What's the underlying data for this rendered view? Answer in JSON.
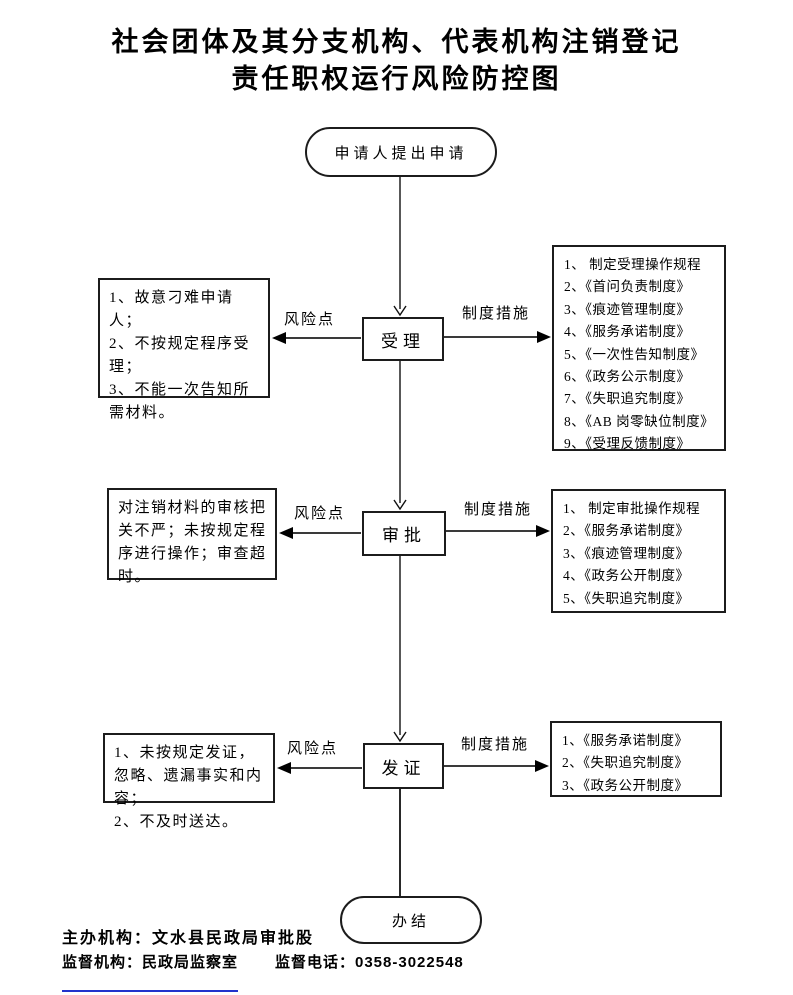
{
  "title": {
    "line1": "社会团体及其分支机构、代表机构注销登记",
    "line2": "责任职权运行风险防控图"
  },
  "flow": {
    "start_label": "申请人提出申请",
    "end_label": "办结",
    "stages": [
      {
        "name": "受理",
        "risk_label": "风险点",
        "measure_label": "制度措施",
        "risks": [
          "1、故意刁难申请人；",
          "2、不按规定程序受理；",
          "3、不能一次告知所需材料。"
        ],
        "measures": [
          "1、 制定受理操作规程",
          "2、《首问负责制度》",
          "3、《痕迹管理制度》",
          "4、《服务承诺制度》",
          "5、《一次性告知制度》",
          "6、《政务公示制度》",
          "7、《失职追究制度》",
          "8、《AB 岗零缺位制度》",
          "9、《受理反馈制度》"
        ]
      },
      {
        "name": "审批",
        "risk_label": "风险点",
        "measure_label": "制度措施",
        "risks": [
          "对注销材料的审核把关不严；未按规定程序进行操作；审查超时。"
        ],
        "measures": [
          "1、 制定审批操作规程",
          "2、《服务承诺制度》",
          "3、《痕迹管理制度》",
          "4、《政务公开制度》",
          "5、《失职追究制度》"
        ]
      },
      {
        "name": "发证",
        "risk_label": "风险点",
        "measure_label": "制度措施",
        "risks": [
          "1、未按规定发证，忽略、遗漏事实和内容；",
          "2、不及时送达。"
        ],
        "measures": [
          "1、《服务承诺制度》",
          "2、《失职追究制度》",
          "3、《政务公开制度》"
        ]
      }
    ]
  },
  "footer": {
    "host_org": "主办机构：文水县民政局审批股",
    "supervisor_org": "监督机构：民政局监察室",
    "supervisor_phone": "监督电话：0358-3022548"
  },
  "colors": {
    "background": "#ffffff",
    "line": "#000000",
    "bottom_rule": "#2233cc"
  }
}
